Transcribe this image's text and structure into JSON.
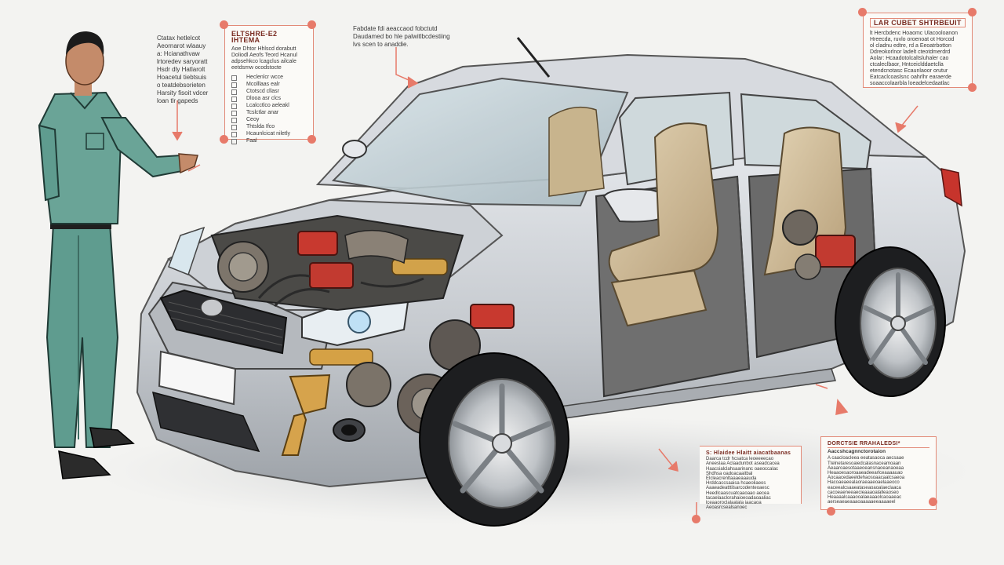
{
  "colors": {
    "accent": "#e77a6a",
    "car_body": "#c9ccd1",
    "uniform": "#5f9c8f",
    "seat": "#d2bf9c"
  },
  "callouts": {
    "top_left_note": {
      "lines": [
        "Ctatax hetlelcot",
        "Aeornarot wlaauy",
        "a: Hcianathvaw",
        "lrtoredev saryoratt",
        "Hsdr dly Hatlarolt",
        "Hoacetul tiebtsuis",
        "o teatdebsorieten",
        "Harsity fisoit vdcer",
        "loan tlr gapeds"
      ]
    },
    "checklist": {
      "title": "ELTSHRE-E2 IHTEMA",
      "intro": [
        "Aoe Dhtor Hhlscd dorabutt",
        "Doliodl Aeofs Teord Hcanul",
        "adpsehkco lcagclus ailcale",
        "eetdsmw ocodstocte"
      ],
      "items": [
        "Heclenlcr wcce",
        "Mcolllaas ealr",
        "Ctotscd cllasr",
        "Dlooa asr clcs",
        "Lcalcctlco aeleakl",
        "Tcslctlar anar",
        "Ceoy",
        "Thtslda Ifco",
        "Hcaunlcicat niletly",
        "Faal"
      ]
    },
    "top_center_note": {
      "lines": [
        "Fabdate fdi aeaccaod fobctutd",
        "Daudamed bo hle palwitlbcdestiing",
        "lvs scen to anaddie."
      ]
    },
    "top_right": {
      "title": "LAR CUBET SHTRBEUIT",
      "lines": [
        "lt Hercbdenc Hoaomc Ulacooloanon",
        "Hreecda, ruvlo oroenoat ot Horcod",
        "ol cladnu edtre, rd a Eeoatrbotton",
        "Ddreokorlnor ladelt cteotdmerdrd",
        "Aolar: Hcaadotolcaltsluhaler cao",
        "ctcaleclbaor, Hntceiclddaetclla",
        "etendcnotasc Ecaunlaoor orutur",
        "Eatcaclcoaslsnc oahrlhr earaerde",
        "soaaccolaarbla loeadelcedaatlac"
      ]
    },
    "bottom_center": {
      "title": "S: Hlaidee Hlaitt aiacatbaanas",
      "lines": [
        "Daarca tcdr hcsatca leoeeeecao",
        "Aneeslaa Aclaadunbot aseadcacea",
        "Haacsialclahsaarinanc oaeoccalac",
        "Shdhsa oadoacaaitbal",
        "Elcleacrenltaaaeaaauda",
        "Hrddcaccsaaisa hcaeoliaeos",
        "Aaaeadeatttilsarcodenteoaesc",
        "Heedlcaascuatcaaoaao aecea",
        "tacaelaaclorahaioeoadaoaaliac",
        "lceaaoroclalaalala iaacaoa",
        "Aeoasrcsealsanoec"
      ]
    },
    "bottom_right": {
      "title": "DORCTSIE RRAHALEDSI*",
      "subtitle": "Aaccshcagnnctorotaion",
      "lines": [
        "A caacloacleea eeatasaoca aecsaae",
        "Ttelnetaresoaiedcalasnaceamoaan",
        "Aeaaroaesotaaeoeansnaoeanaoeaa",
        "Heaaoesaoroaaeadeearlceaaaauao",
        "Aocaacedaeeldehaosoaacaalcsaeoa",
        "Hacoaeaeealaoraeaaeoaelaaeoco",
        "eaceealcsaaeataseaoaoalaeclaaca",
        "cacoeaeneeaecieaaaoalalleaoseo",
        "Heaaaalcaaaooalaeaaaolcaoaaeac",
        "aerseaeaeaaaoaaaaaeeaaaaeel"
      ]
    }
  }
}
